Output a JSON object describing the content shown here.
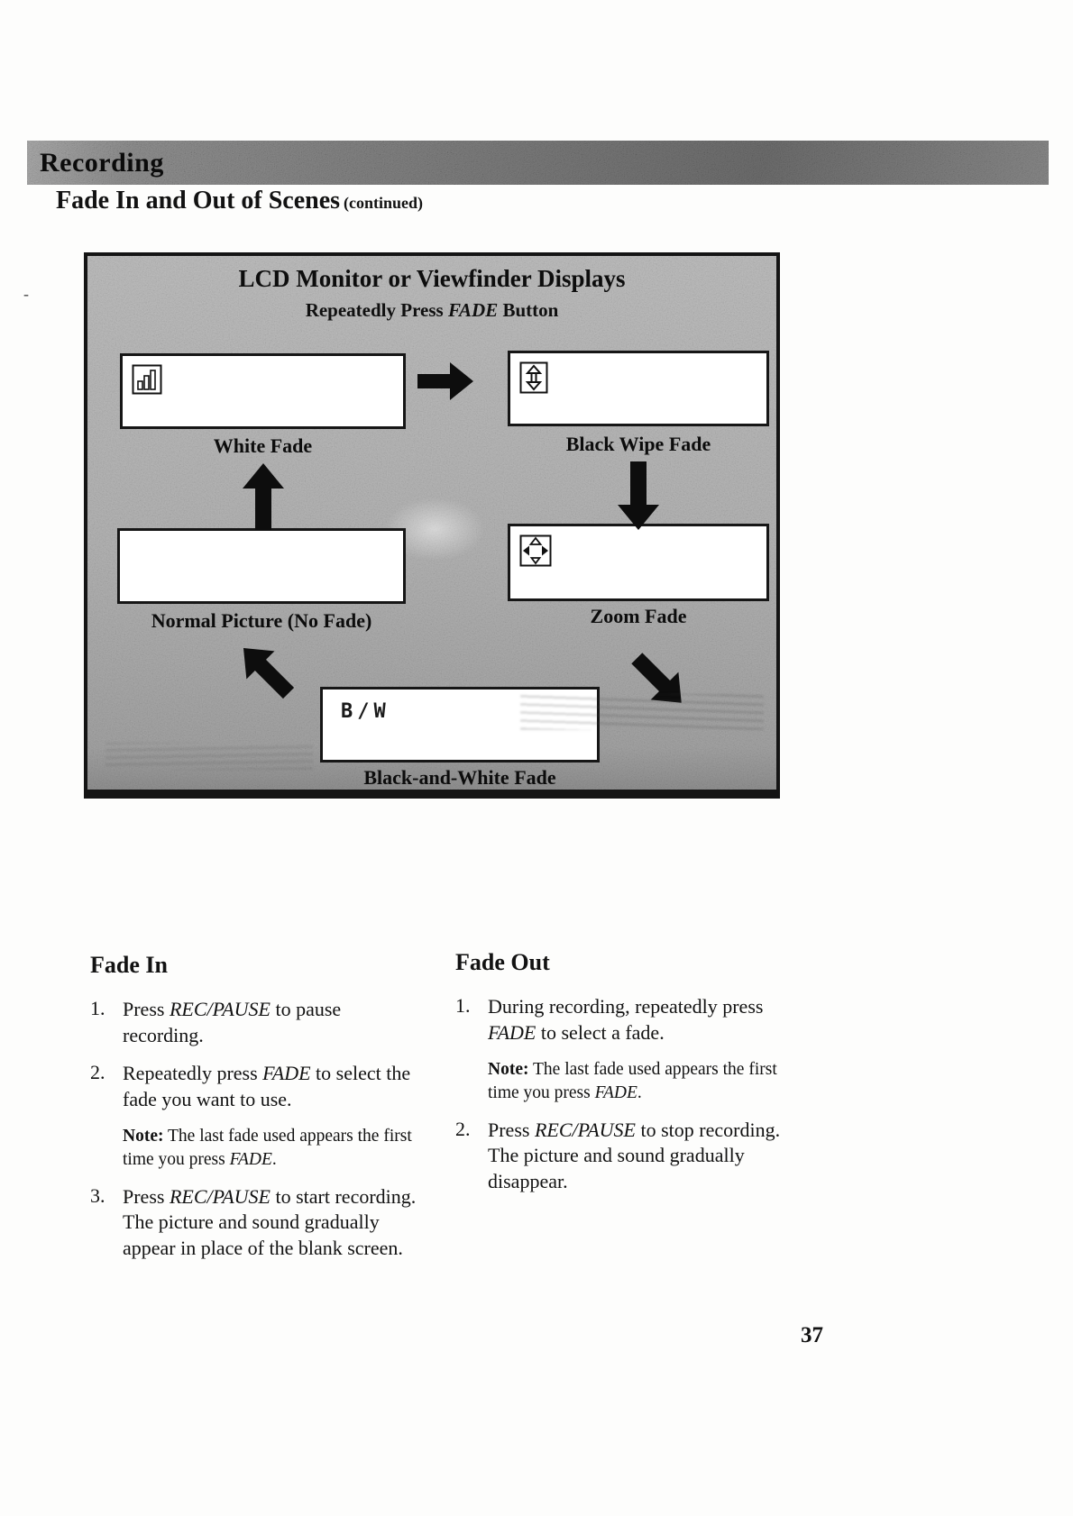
{
  "banner": {
    "title": "Recording"
  },
  "heading": {
    "main": "Fade In and Out of Scenes",
    "continued": "(continued)"
  },
  "artifact": {
    "dash": "-"
  },
  "colors": {
    "ink": "#121212",
    "paper": "#fdfdfc",
    "banner_gray": "#7d7d7d",
    "diagram_gray": "#b2b2b2"
  },
  "diagram": {
    "title": "LCD Monitor or Viewfinder Displays",
    "subtitle": {
      "prefix": "Repeatedly Press ",
      "emphasis": "FADE",
      "suffix": " Button"
    },
    "screens": {
      "white_fade": {
        "label": "White Fade",
        "icon": "fade-bars-icon"
      },
      "black_wipe": {
        "label": "Black Wipe Fade",
        "icon": "wipe-vertical-arrows-icon"
      },
      "normal": {
        "label": "Normal Picture (No Fade)"
      },
      "zoom_fade": {
        "label": "Zoom Fade",
        "icon": "zoom-pad-icon"
      },
      "bw_fade": {
        "label": "Black-and-White Fade",
        "screen_text": "B/W"
      }
    }
  },
  "sections": {
    "fade_in": {
      "heading": "Fade In",
      "steps": [
        {
          "num": "1.",
          "pre": "Press ",
          "em": "REC/PAUSE",
          "post": " to pause recording."
        },
        {
          "num": "2.",
          "pre": "Repeatedly press ",
          "em": "FADE",
          "post": " to select the fade you want to use.",
          "note_label": "Note:",
          "note_pre": " The last fade used appears the first time you press ",
          "note_em": "FADE",
          "note_post": "."
        },
        {
          "num": "3.",
          "pre": "Press ",
          "em": "REC/PAUSE",
          "post": " to start recording. The picture and sound gradually appear in place of the blank screen."
        }
      ]
    },
    "fade_out": {
      "heading": "Fade Out",
      "steps": [
        {
          "num": "1.",
          "pre": "During recording, repeatedly press ",
          "em": "FADE",
          "post": " to select a fade.",
          "note_label": "Note:",
          "note_pre": " The last fade used appears the first time you press ",
          "note_em": "FADE",
          "note_post": "."
        },
        {
          "num": "2.",
          "pre": "Press ",
          "em": "REC/PAUSE",
          "post": " to stop recording. The picture and sound gradually disappear."
        }
      ]
    }
  },
  "page_number": "37"
}
